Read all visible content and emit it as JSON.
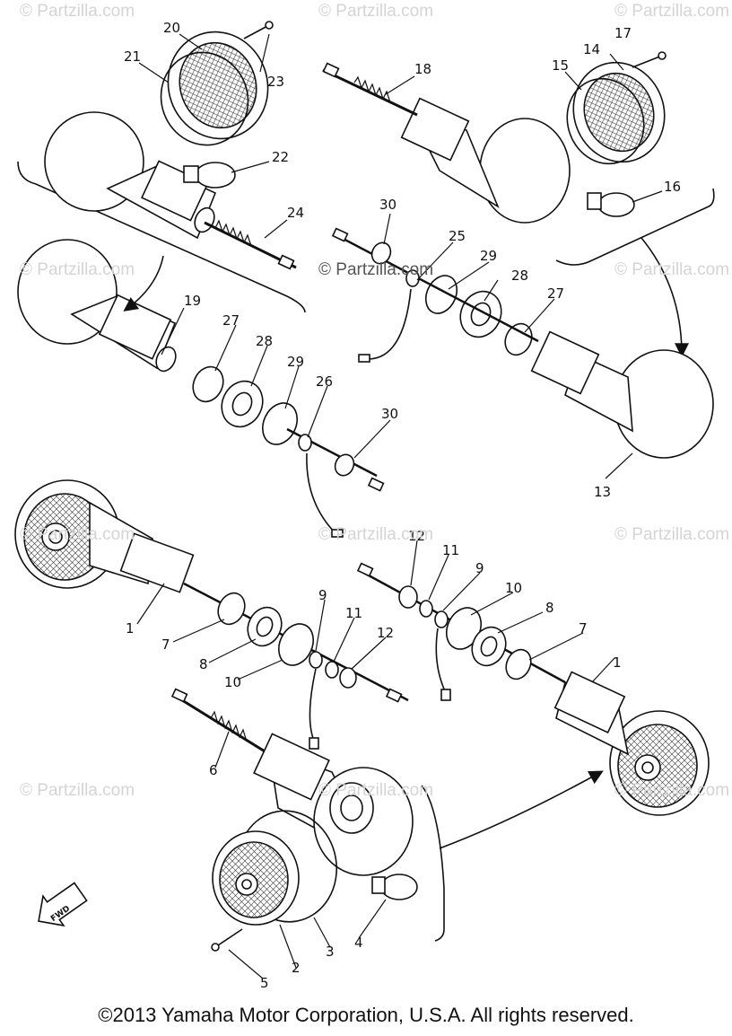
{
  "watermark": "© Partzilla.com",
  "copyright": "©2013  Yamaha Motor Corporation, U.S.A. All rights reserved.",
  "fwd_label": "FWD",
  "callouts": [
    "1",
    "1",
    "2",
    "3",
    "4",
    "5",
    "6",
    "7",
    "7",
    "8",
    "8",
    "9",
    "9",
    "10",
    "10",
    "11",
    "11",
    "12",
    "12",
    "13",
    "14",
    "15",
    "16",
    "17",
    "18",
    "19",
    "20",
    "21",
    "22",
    "23",
    "24",
    "25",
    "26",
    "27",
    "27",
    "28",
    "28",
    "29",
    "29",
    "30",
    "30"
  ]
}
